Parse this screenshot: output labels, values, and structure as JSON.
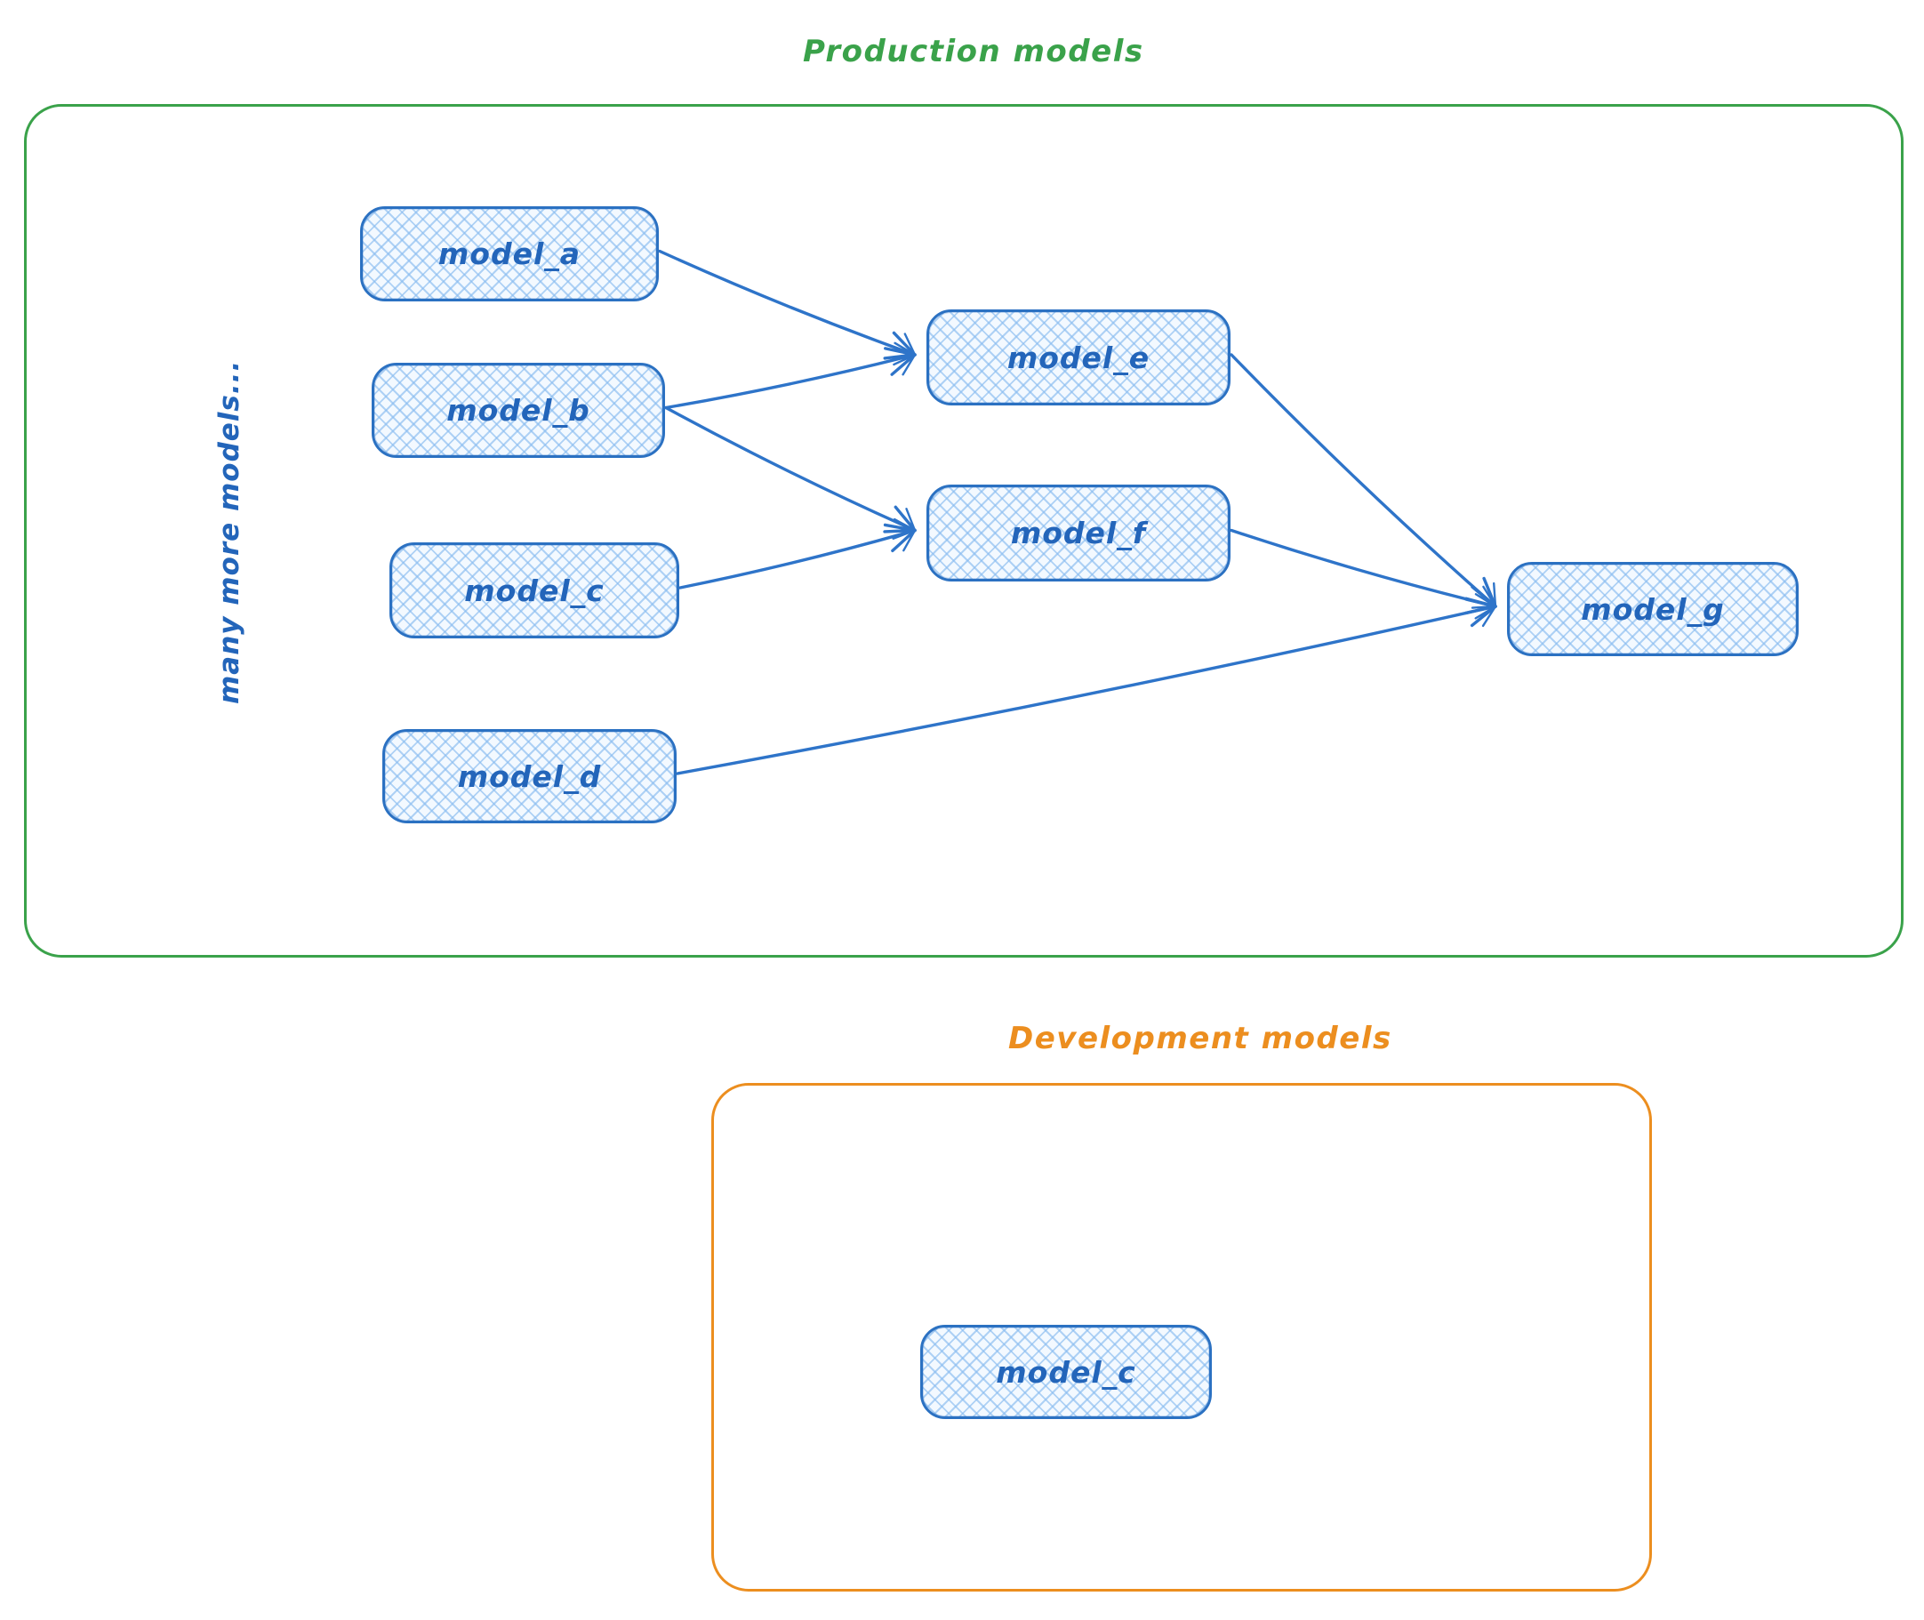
{
  "production": {
    "title": "Production models",
    "side_label": "many more models...",
    "nodes": {
      "model_a": "model_a",
      "model_b": "model_b",
      "model_c": "model_c",
      "model_d": "model_d",
      "model_e": "model_e",
      "model_f": "model_f",
      "model_g": "model_g"
    }
  },
  "development": {
    "title": "Development models",
    "nodes": {
      "model_c": "model_c"
    }
  },
  "edges": [
    {
      "from": "model_a",
      "to": "model_e"
    },
    {
      "from": "model_b",
      "to": "model_e"
    },
    {
      "from": "model_b",
      "to": "model_f"
    },
    {
      "from": "model_c",
      "to": "model_f"
    },
    {
      "from": "model_d",
      "to": "model_g"
    },
    {
      "from": "model_e",
      "to": "model_g"
    },
    {
      "from": "model_f",
      "to": "model_g"
    }
  ],
  "colors": {
    "production_border": "#3aa24a",
    "development_border": "#ec8e1f",
    "node_border": "#2b71c2",
    "node_fill_hatch": "#a5d8ff",
    "node_text": "#2365ba",
    "arrow": "#2e74c9"
  }
}
